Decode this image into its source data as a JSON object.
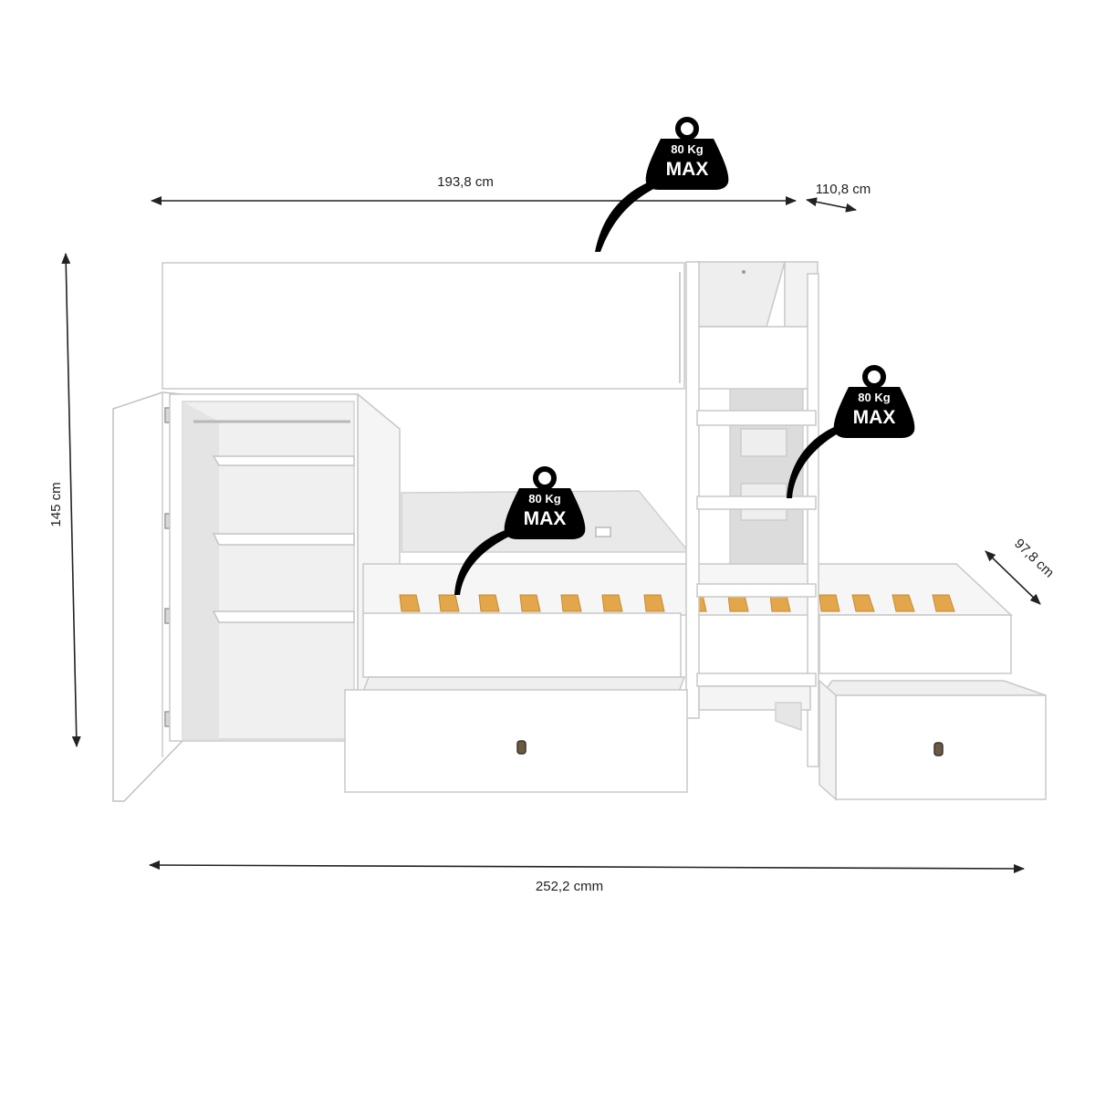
{
  "dimensions": {
    "top_width": "193,8 cm",
    "top_depth": "110,8 cm",
    "height": "145 cm",
    "pullout_depth": "97,8 cm",
    "total_width": "252,2 cmm"
  },
  "load_badges": [
    {
      "top": "80 Kg",
      "main": "MAX"
    },
    {
      "top": "80 Kg",
      "main": "MAX"
    },
    {
      "top": "80 Kg",
      "main": "MAX"
    }
  ],
  "colors": {
    "furniture": "#ffffff",
    "furniture_edge": "#c8c8c8",
    "shadow": "#e6e6e6",
    "slats": "#e3a64a",
    "badge": "#000000",
    "dimension_line": "#222222"
  }
}
